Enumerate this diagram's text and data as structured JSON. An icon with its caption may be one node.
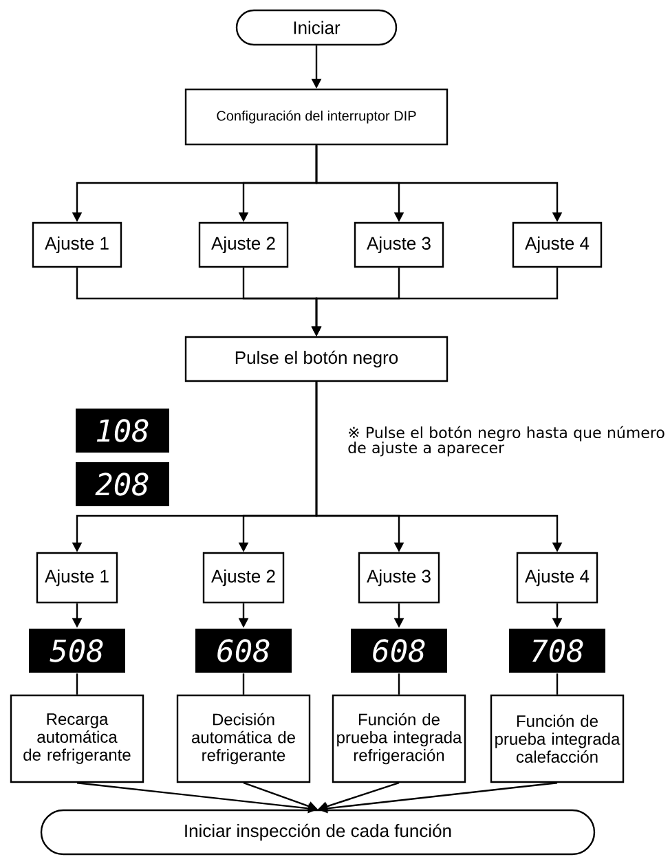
{
  "diagram": {
    "nodes": [
      {
        "text": [
          "Iniciar"
        ]
      },
      {
        "text": [
          "Configuración del interruptor DIP"
        ]
      },
      {
        "text": [
          "Ajuste 1"
        ]
      },
      {
        "text": [
          "Ajuste 2"
        ]
      },
      {
        "text": [
          "Ajuste 3"
        ]
      },
      {
        "text": [
          "Ajuste 4"
        ]
      },
      {
        "text": [
          "Pulse el botón negro"
        ]
      },
      {
        "text": [
          "108"
        ]
      },
      {
        "text": [
          "208"
        ]
      },
      {
        "text": [
          "Ajuste 1"
        ]
      },
      {
        "text": [
          "Ajuste 2"
        ]
      },
      {
        "text": [
          "Ajuste 3"
        ]
      },
      {
        "text": [
          "Ajuste 4"
        ]
      },
      {
        "text": [
          "508"
        ]
      },
      {
        "text": [
          "608"
        ]
      },
      {
        "text": [
          "608"
        ]
      },
      {
        "text": [
          "708"
        ]
      },
      {
        "text": [
          "Recarga automática de refrigerante"
        ]
      },
      {
        "text": [
          "Decisión automática de refrigerante"
        ]
      },
      {
        "text": [
          "Función de prueba integrada refrigeración"
        ]
      },
      {
        "text": [
          "Función de prueba integrada calefacción"
        ]
      },
      {
        "text": [
          "Iniciar inspección de cada función"
        ]
      }
    ],
    "edges": [
      {
        "from": 0,
        "to": 1,
        "arrow": "to"
      },
      {
        "from": 1,
        "to": 2,
        "arrow": "to"
      },
      {
        "from": 1,
        "to": 3,
        "arrow": "to"
      },
      {
        "from": 1,
        "to": 4,
        "arrow": "to"
      },
      {
        "from": 1,
        "to": 5,
        "arrow": "to"
      },
      {
        "from": 2,
        "to": 6,
        "arrow": "to"
      },
      {
        "from": 3,
        "to": 6,
        "arrow": "to"
      },
      {
        "from": 4,
        "to": 6,
        "arrow": "to"
      },
      {
        "from": 5,
        "to": 6,
        "arrow": "to"
      },
      {
        "from": 6,
        "to": 9,
        "arrow": "to"
      },
      {
        "from": 6,
        "to": 10,
        "arrow": "to"
      },
      {
        "from": 6,
        "to": 11,
        "arrow": "to"
      },
      {
        "from": 6,
        "to": 12,
        "arrow": "to"
      },
      {
        "from": 9,
        "to": 13,
        "arrow": "to"
      },
      {
        "from": 10,
        "to": 14,
        "arrow": "to"
      },
      {
        "from": 11,
        "to": 15,
        "arrow": "to"
      },
      {
        "from": 12,
        "to": 16,
        "arrow": "to"
      },
      {
        "from": 13,
        "to": 17,
        "arrow": "none"
      },
      {
        "from": 14,
        "to": 18,
        "arrow": "none"
      },
      {
        "from": 15,
        "to": 19,
        "arrow": "none"
      },
      {
        "from": 16,
        "to": 20,
        "arrow": "none"
      },
      {
        "from": 17,
        "to": 21,
        "arrow": "to"
      },
      {
        "from": 18,
        "to": 21,
        "arrow": "to"
      },
      {
        "from": 19,
        "to": 21,
        "arrow": "to"
      },
      {
        "from": 20,
        "to": 21,
        "arrow": "to"
      }
    ],
    "labels": [
      "※ Pulse el botón negro hasta que número de ajuste a aparecer"
    ]
  }
}
